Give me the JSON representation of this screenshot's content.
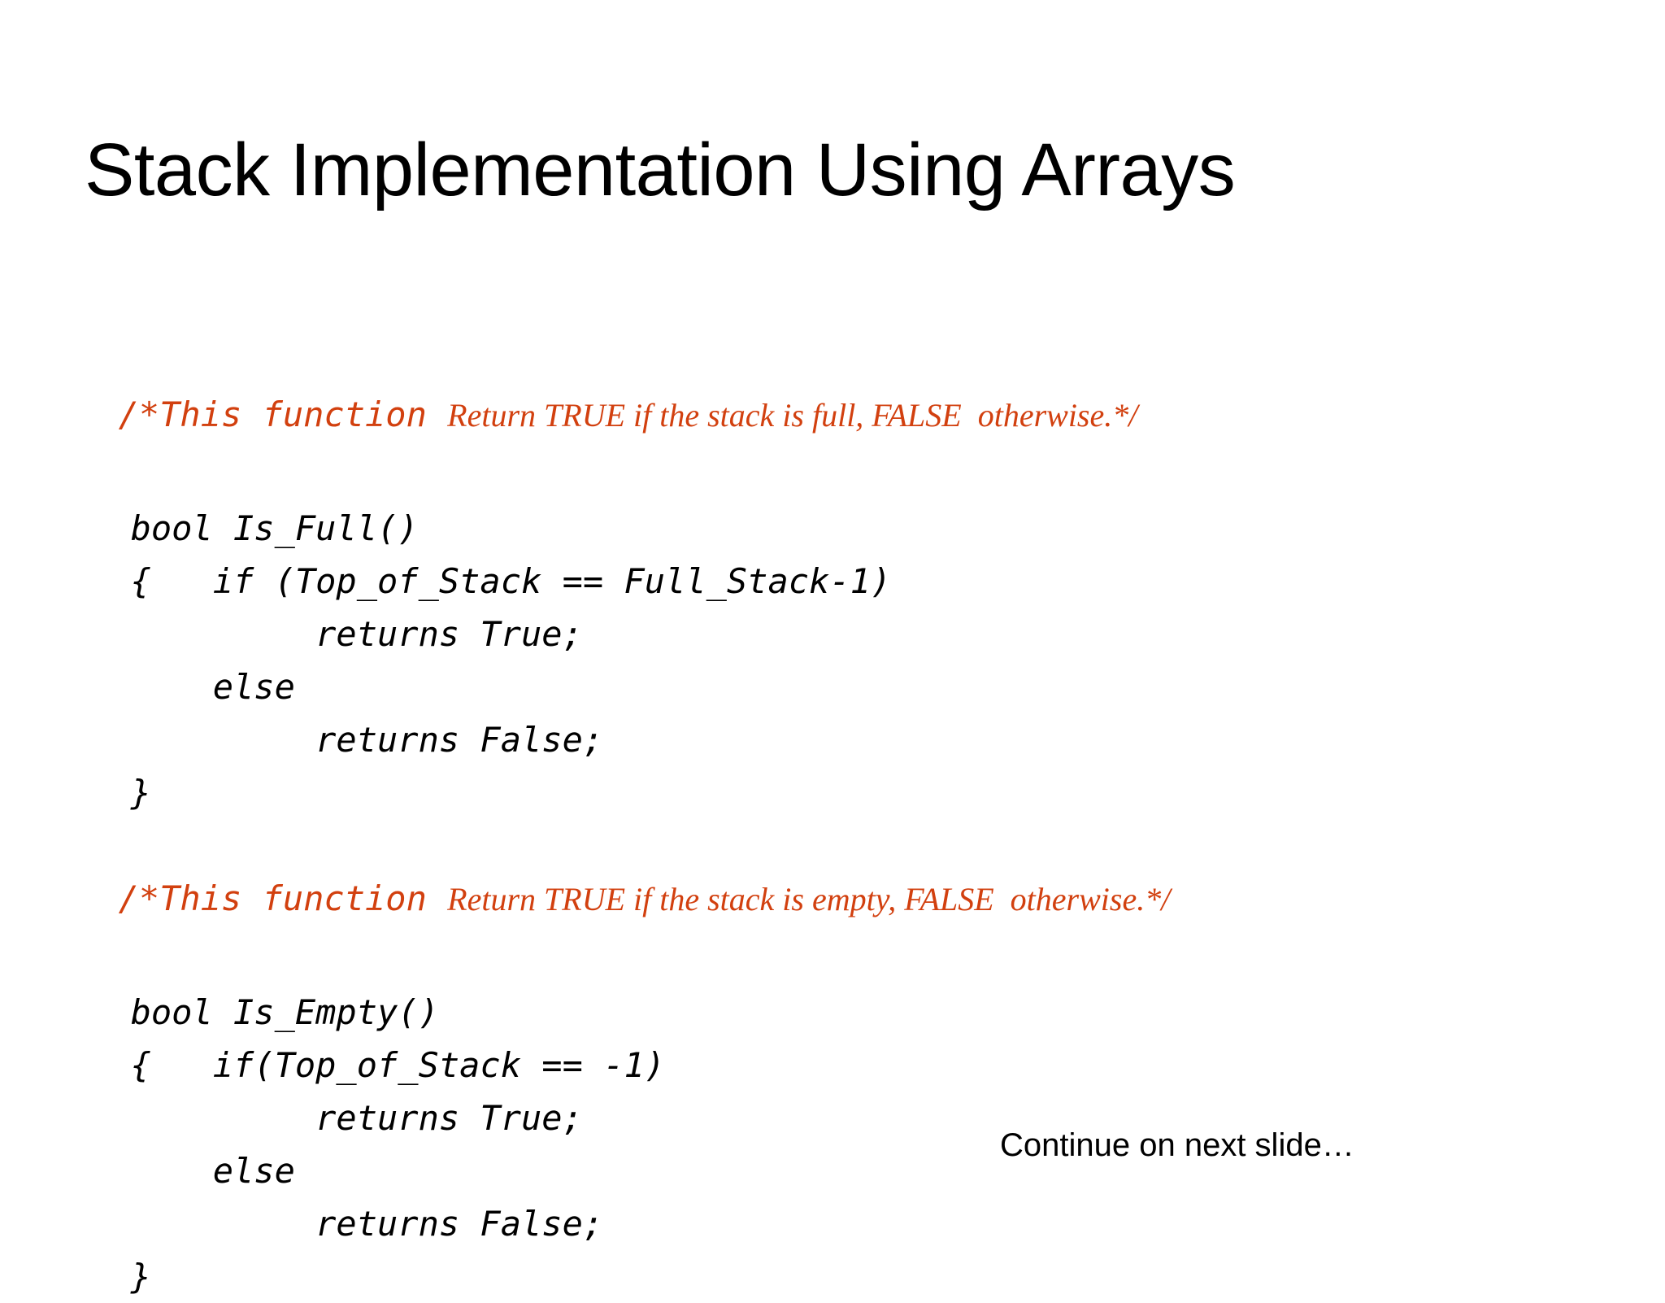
{
  "slide": {
    "title": "Stack Implementation Using Arrays",
    "background_color": "#FFFFFF",
    "text_color": "#000000",
    "comment_color": "#D2400F"
  },
  "blocks": [
    {
      "id": "is-full",
      "comment": {
        "mono_part": "/*This function ",
        "serif_part": "Return TRUE if the stack is full, FALSE  otherwise.*/"
      },
      "lines": [
        "  bool Is_Full()",
        "  {   if (Top_of_Stack == Full_Stack-1)",
        "           returns True;",
        "      else",
        "           returns False;",
        "  }"
      ]
    },
    {
      "id": "is-empty",
      "comment": {
        "mono_part": "/*This function ",
        "serif_part": "Return TRUE if the stack is empty, FALSE  otherwise.*/"
      },
      "lines": [
        "  bool Is_Empty()",
        "  {   if(Top_of_Stack == -1)",
        "           returns True;",
        "      else",
        "           returns False;",
        "  }"
      ]
    }
  ],
  "footer": {
    "note": "Continue on next slide…"
  }
}
